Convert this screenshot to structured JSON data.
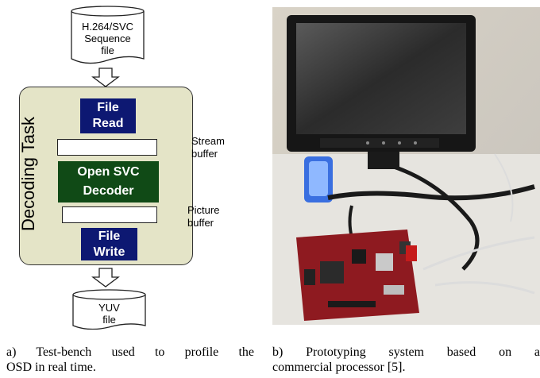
{
  "left_panel": {
    "source_file": {
      "line1": "H.264/SVC",
      "line2": "Sequence",
      "line3": "file"
    },
    "task_label": "Decoding Task",
    "file_read": {
      "line1": "File",
      "line2": "Read"
    },
    "stream_buffer": {
      "line1": "Stream",
      "line2": "buffer"
    },
    "decoder": {
      "line1": "Open SVC",
      "line2": "Decoder"
    },
    "picture_buffer": {
      "line1": "Picture",
      "line2": "buffer"
    },
    "file_write": {
      "line1": "File",
      "line2": "Write"
    },
    "output_file": {
      "line1": "YUV",
      "line2": "file"
    },
    "caption": {
      "line1": "a) Test-bench used to profile the",
      "line2": "OSD in real time."
    }
  },
  "right_panel": {
    "caption": {
      "line1": "b) Prototyping system based on a",
      "line2": "commercial processor [5]."
    }
  },
  "colors": {
    "task_background": "#e4e4c7",
    "blue_block": "#0d1872",
    "green_block": "#104a16"
  }
}
